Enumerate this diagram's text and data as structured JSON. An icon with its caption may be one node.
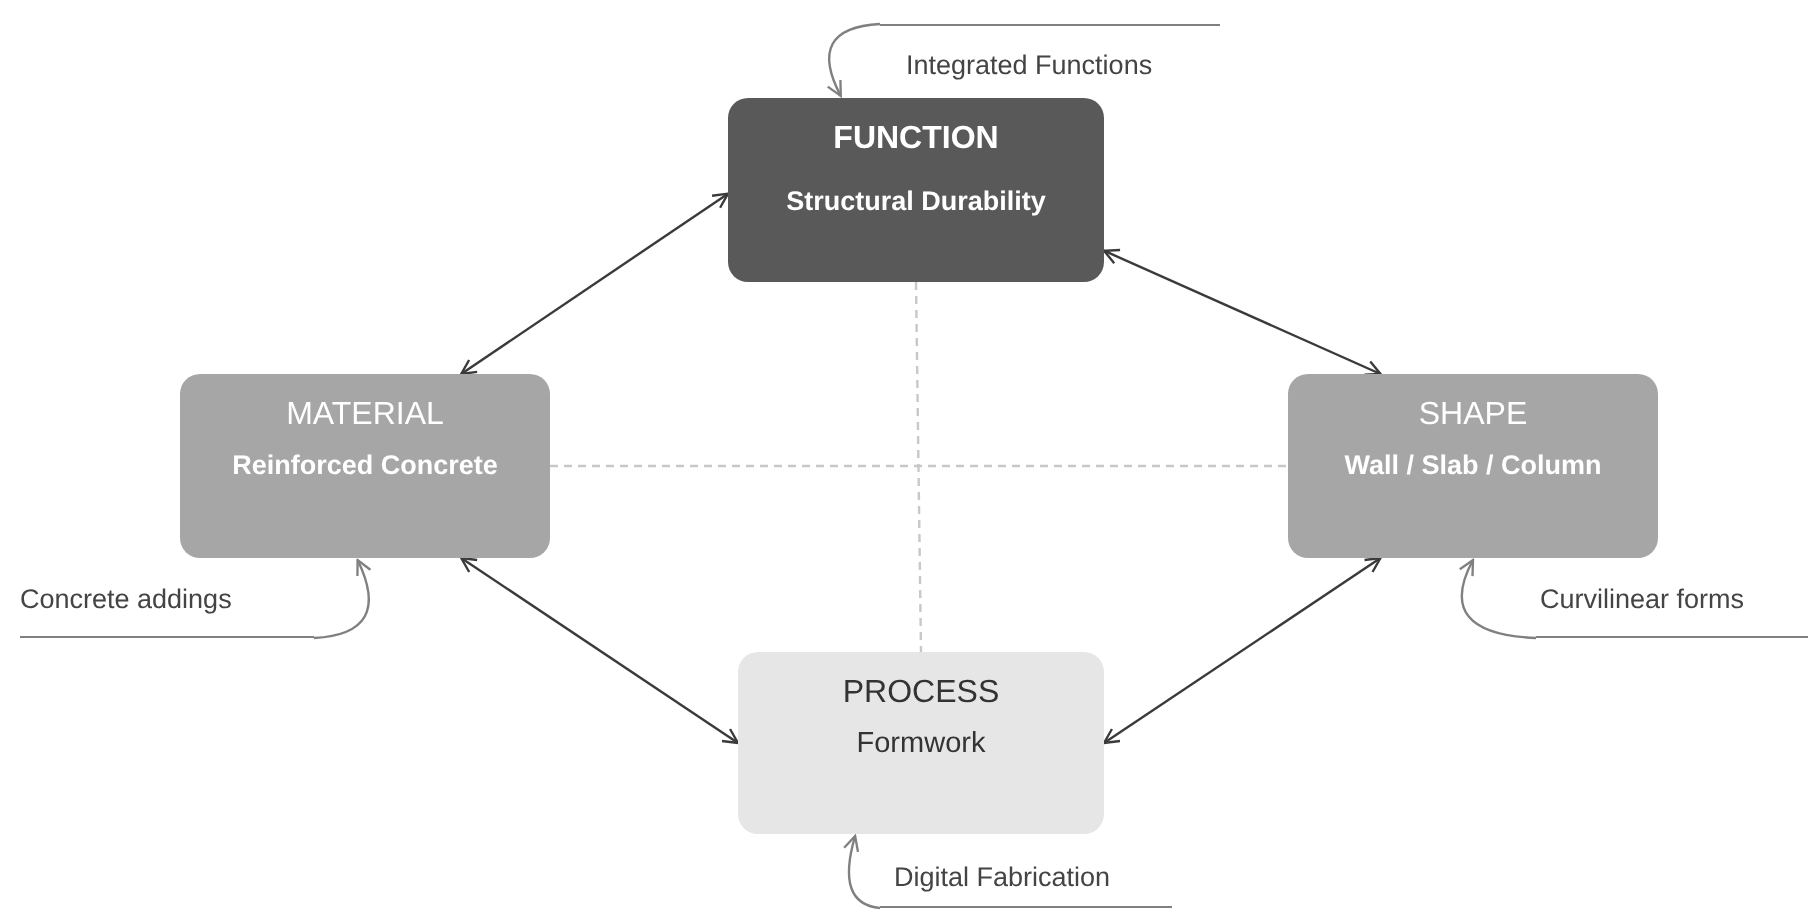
{
  "diagram": {
    "nodes": [
      {
        "text": [
          "FUNCTION",
          "Structural Durability"
        ]
      },
      {
        "text": [
          "MATERIAL",
          "Reinforced Concrete"
        ]
      },
      {
        "text": [
          "SHAPE",
          "Wall / Slab / Column"
        ]
      },
      {
        "text": [
          "PROCESS",
          "Formwork"
        ]
      },
      {
        "text": [
          "Integrated Functions"
        ]
      },
      {
        "text": [
          "Concrete addings"
        ]
      },
      {
        "text": [
          "Curvilinear forms"
        ]
      },
      {
        "text": [
          "Digital Fabrication"
        ]
      }
    ],
    "edges": [
      {
        "from": 0,
        "to": 1,
        "arrow": "both"
      },
      {
        "from": 0,
        "to": 2,
        "arrow": "both"
      },
      {
        "from": 1,
        "to": 3,
        "arrow": "both"
      },
      {
        "from": 2,
        "to": 3,
        "arrow": "both"
      },
      {
        "from": 0,
        "to": 3,
        "arrow": "none",
        "style": "dashed",
        "color": "#c8c8c8"
      },
      {
        "from": 1,
        "to": 2,
        "arrow": "none",
        "style": "dashed",
        "color": "#c8c8c8"
      },
      {
        "from": 4,
        "to": 0,
        "arrow": "to",
        "color": "#808080"
      },
      {
        "from": 5,
        "to": 1,
        "arrow": "to",
        "color": "#808080"
      },
      {
        "from": 6,
        "to": 2,
        "arrow": "to",
        "color": "#808080"
      },
      {
        "from": 7,
        "to": 3,
        "arrow": "to",
        "color": "#808080"
      }
    ]
  }
}
